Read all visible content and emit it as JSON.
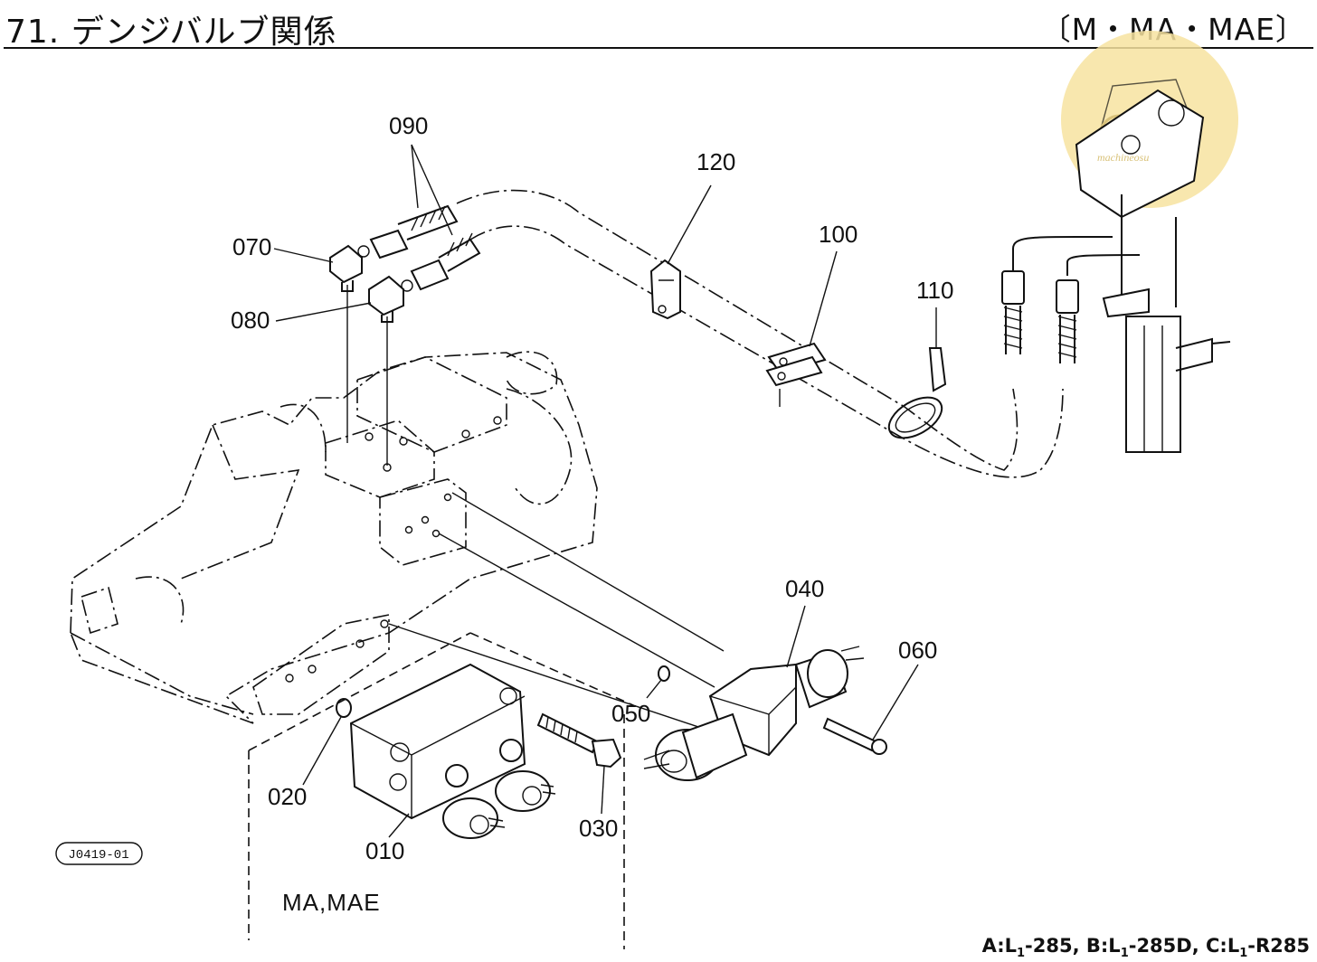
{
  "header": {
    "title": "71. デンジバルブ関係",
    "models": "〔M・MA・MAE〕"
  },
  "callouts": {
    "p010": "010",
    "p020": "020",
    "p030": "030",
    "p040": "040",
    "p050": "050",
    "p060": "060",
    "p070": "070",
    "p080": "080",
    "p090": "090",
    "p100": "100",
    "p110": "110",
    "p120": "120"
  },
  "figure_ref": "J0419-01",
  "variant_label": "MA,MAE",
  "footer": {
    "a_prefix": "A:L",
    "a_sub": "1",
    "a_suffix": "-285, ",
    "b_prefix": "B:L",
    "b_sub": "1",
    "b_suffix": "-285D, ",
    "c_prefix": "C:L",
    "c_sub": "1",
    "c_suffix": "-R285"
  },
  "watermark": {
    "text": "machineosu",
    "color": "#f7e3a0"
  }
}
